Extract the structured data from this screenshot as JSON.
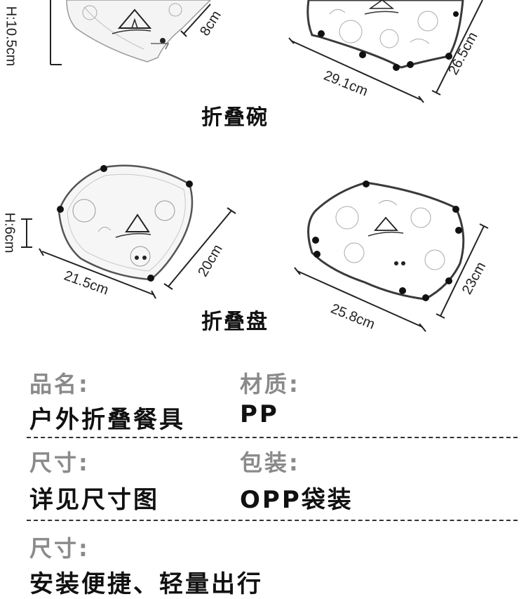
{
  "top": {
    "bowl_height_dim": "H:10.5cm",
    "bowl_depth_dim": "8cm",
    "bowl_width_dim": "29.1cm",
    "bowl_length_dim": "26.5cm",
    "caption": "折叠碗"
  },
  "middle": {
    "plate_height_dim": "H:6cm",
    "plate_width_dim": "21.5cm",
    "plate_depth_dim": "20cm",
    "plate_open_width_dim": "25.8cm",
    "plate_open_length_dim": "23cm",
    "caption": "折叠盘"
  },
  "specs": {
    "name_label": "品名:",
    "name_value": "户外折叠餐具",
    "material_label": "材质:",
    "material_value": "PP",
    "size_label": "尺寸:",
    "size_value": "详见尺寸图",
    "package_label": "包装:",
    "package_value": "OPP袋装",
    "feature_label": "尺寸:",
    "feature_value": "安装便捷、轻量出行"
  }
}
